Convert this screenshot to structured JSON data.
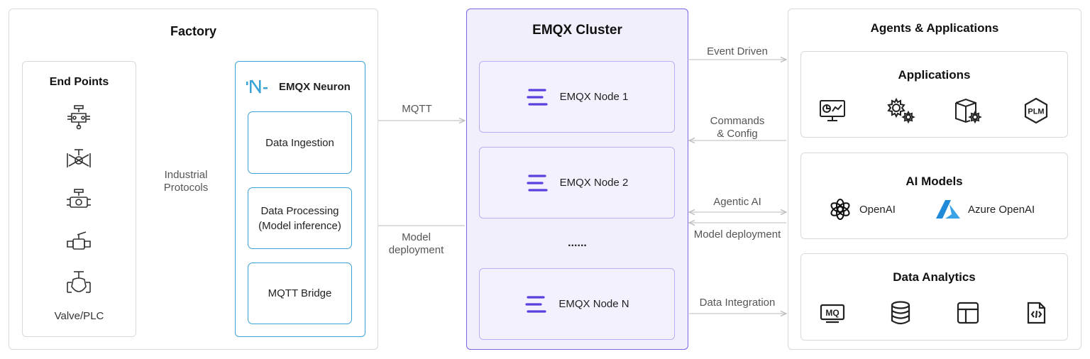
{
  "factory": {
    "title": "Factory",
    "endpoints": {
      "title": "End Points",
      "footer": "Valve/PLC"
    },
    "neuron": {
      "title": "EMQX Neuron",
      "modules": [
        "Data Ingestion",
        "Data Processing\n(Model inference)",
        "MQTT Bridge"
      ]
    }
  },
  "cluster": {
    "title": "EMQX Cluster",
    "nodes": [
      "EMQX Node 1",
      "EMQX Node 2",
      "EMQX Node N"
    ],
    "ellipsis": "......"
  },
  "agents": {
    "title": "Agents & Applications",
    "applications": {
      "title": "Applications",
      "plm_label": "PLM"
    },
    "ai_models": {
      "title": "AI Models",
      "openai": "OpenAI",
      "azure": "Azure OpenAI"
    },
    "data_analytics": {
      "title": "Data Analytics",
      "mq_label": "MQ"
    }
  },
  "links": {
    "industrial": "Industrial\nProtocols",
    "mqtt": "MQTT",
    "model_deployment_left": "Model\ndeployment",
    "event_driven": "Event Driven",
    "commands": "Commands\n& Config",
    "agentic_ai": "Agentic AI",
    "model_deployment_right": "Model deployment",
    "data_integration": "Data Integration"
  },
  "colors": {
    "neuron_blue": "#3aa3d6",
    "cluster_purple": "#7a64e6",
    "node_icon": "#5b3fe0",
    "azure_blue": "#1f8ad8",
    "arrow_gray": "#c8c8c8"
  }
}
